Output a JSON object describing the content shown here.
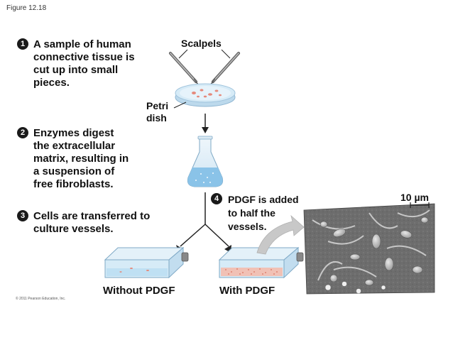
{
  "figure_label": "Figure 12.18",
  "steps": [
    {
      "num": "1",
      "text": "A sample of human\nconnective tissue is\ncut up into small\npieces."
    },
    {
      "num": "2",
      "text": "Enzymes digest\nthe extracellular\nmatrix, resulting in\na suspension of\nfree fibroblasts."
    },
    {
      "num": "3",
      "text": "Cells are transferred to\nculture vessels."
    },
    {
      "num": "4",
      "text": "PDGF is added\nto half the\nvessels."
    }
  ],
  "labels": {
    "scalpels": "Scalpels",
    "petri_dish": "Petri\ndish",
    "without_pdgf": "Without PDGF",
    "with_pdgf": "With PDGF",
    "scale_bar": "10 µm"
  },
  "copyright": "© 2011 Pearson Education, Inc.",
  "colors": {
    "dish_blue": "#c7e3f3",
    "tissue_pink": "#e58a7c",
    "flask_liquid": "#8ac3e8",
    "flask_glass": "#e4f1f9",
    "arrow_grey": "#c8c8c8",
    "micrograph_bg": "#6e6e6e"
  }
}
